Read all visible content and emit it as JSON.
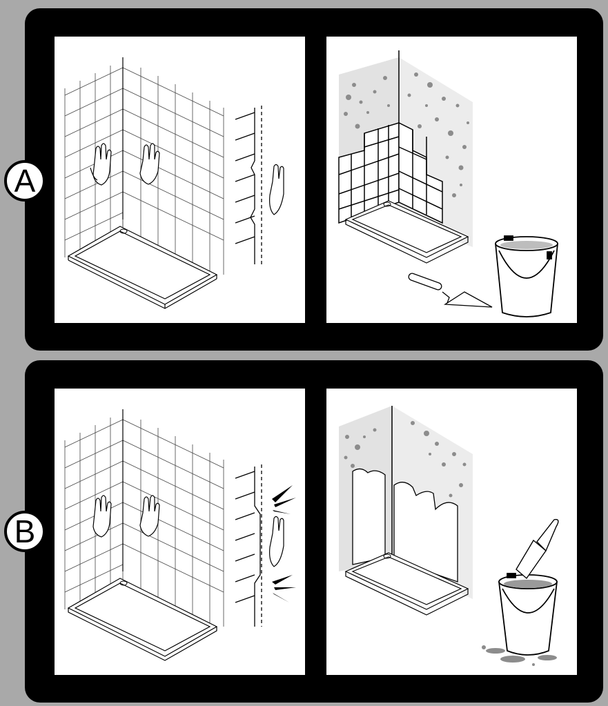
{
  "sections": [
    {
      "label": "A",
      "left_panel": "tile-press-test-solid",
      "right_panel": "retile-over-existing"
    },
    {
      "label": "B",
      "left_panel": "tile-press-test-hollow",
      "right_panel": "remove-and-prime-wall"
    }
  ],
  "colors": {
    "frame": "#000000",
    "background": "#a9a9a9",
    "panel": "#ffffff",
    "stain": "#8c8c8c"
  },
  "icons": [
    "hand-icon",
    "trowel-icon",
    "bucket-icon",
    "paint-brush-icon",
    "shower-tray",
    "tile-grid",
    "wall-crack-section"
  ]
}
